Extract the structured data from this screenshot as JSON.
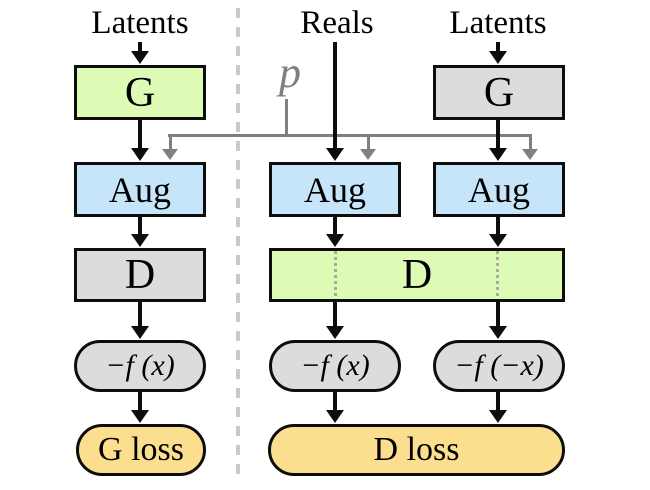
{
  "pipelines": {
    "generator_side": {
      "input_label": "Latents",
      "generator": "G",
      "augment": "Aug",
      "discriminator": "D",
      "f_output": "−f (x)",
      "loss": "G loss"
    },
    "discriminator_side": {
      "real_input_label": "Reals",
      "latent_input_label": "Latents",
      "generator": "G",
      "augment_reals": "Aug",
      "augment_fakes": "Aug",
      "discriminator": "D",
      "f_output_reals": "−f (x)",
      "f_output_fakes": "−f (−x)",
      "loss": "D loss"
    },
    "augmentation_probability": "p"
  },
  "colors": {
    "trainable_green": "#ddfbb4",
    "augment_blue": "#c6e5f8",
    "frozen_gray": "#dcdcdc",
    "loss_yellow": "#fbdf8e",
    "probability_gray": "#808080",
    "divider_gray": "#c9c9c9"
  }
}
